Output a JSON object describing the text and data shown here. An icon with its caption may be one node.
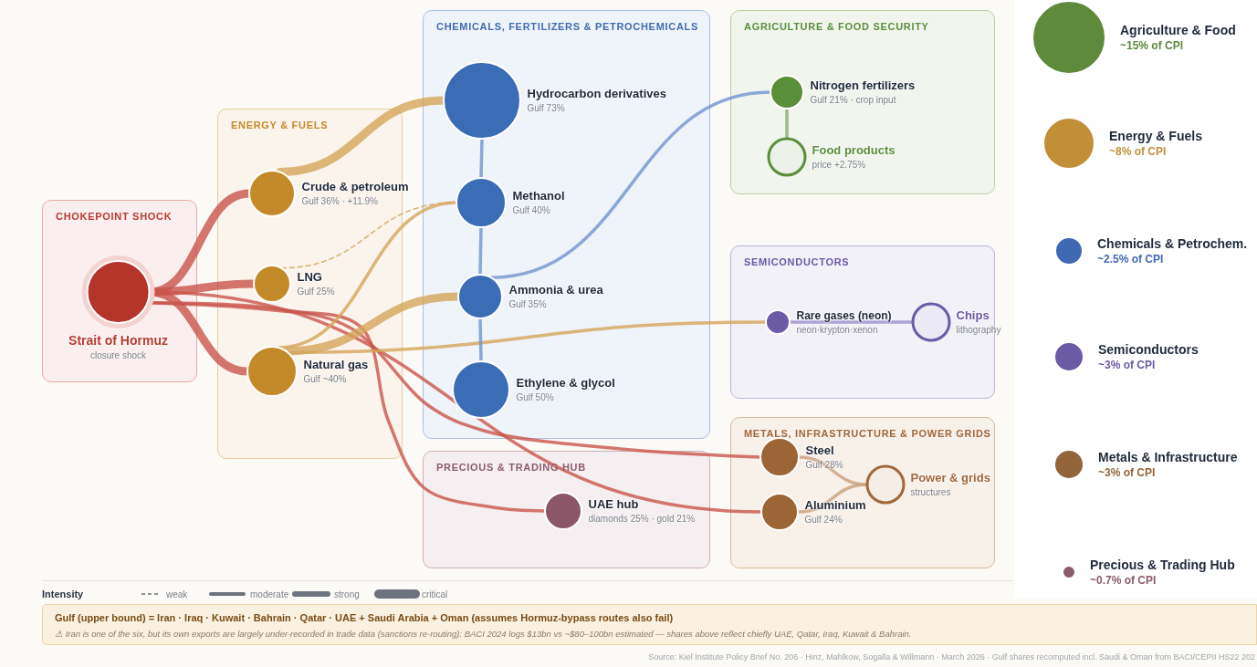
{
  "diagram": {
    "nodes": [
      {
        "text": [
          "CHOKEPOINT SHOCK"
        ]
      },
      {
        "text": [
          "Strait of Hormuz",
          "closure shock"
        ],
        "in": 0
      },
      {
        "text": [
          "ENERGY & FUELS"
        ]
      },
      {
        "text": [
          "Crude & petroleum",
          "Gulf 36% · +11.9%"
        ],
        "in": 2
      },
      {
        "text": [
          "LNG",
          "Gulf 25%"
        ],
        "in": 2
      },
      {
        "text": [
          "Natural gas",
          "Gulf ~40%"
        ],
        "in": 2
      },
      {
        "text": [
          "CHEMICALS, FERTILIZERS & PETROCHEMICALS"
        ]
      },
      {
        "text": [
          "Hydrocarbon derivatives",
          "Gulf 73%"
        ],
        "in": 6
      },
      {
        "text": [
          "Methanol",
          "Gulf 40%"
        ],
        "in": 6
      },
      {
        "text": [
          "Ammonia & urea",
          "Gulf 35%"
        ],
        "in": 6
      },
      {
        "text": [
          "Ethylene & glycol",
          "Gulf 50%"
        ],
        "in": 6
      },
      {
        "text": [
          "AGRICULTURE & FOOD SECURITY"
        ]
      },
      {
        "text": [
          "Nitrogen fertilizers",
          "Gulf 21% · crop input"
        ],
        "in": 11
      },
      {
        "text": [
          "Food products",
          "price +2.75%"
        ],
        "in": 11
      },
      {
        "text": [
          "SEMICONDUCTORS"
        ]
      },
      {
        "text": [
          "Rare gases (neon)",
          "neon·krypton·xenon"
        ],
        "in": 14
      },
      {
        "text": [
          "Chips",
          "lithography"
        ],
        "in": 14
      },
      {
        "text": [
          "PRECIOUS & TRADING HUB"
        ]
      },
      {
        "text": [
          "UAE hub",
          "diamonds 25% · gold 21%"
        ],
        "in": 17
      },
      {
        "text": [
          "METALS, INFRASTRUCTURE & POWER GRIDS"
        ]
      },
      {
        "text": [
          "Steel",
          "Gulf 28%"
        ],
        "in": 19
      },
      {
        "text": [
          "Aluminium",
          "Gulf 24%"
        ],
        "in": 19
      },
      {
        "text": [
          "Power & grids",
          "structures"
        ],
        "in": 19
      },
      {
        "text": [
          "Agriculture & Food",
          "~15% of CPI"
        ]
      },
      {
        "text": [
          "Energy & Fuels",
          "~8% of CPI"
        ]
      },
      {
        "text": [
          "Chemicals & Petrochem.",
          "~2.5% of CPI"
        ]
      },
      {
        "text": [
          "Semiconductors",
          "~3% of CPI"
        ]
      },
      {
        "text": [
          "Metals & Infrastructure",
          "~3% of CPI"
        ]
      },
      {
        "text": [
          "Precious & Trading Hub",
          "~0.7% of CPI"
        ]
      }
    ],
    "edges": [
      {
        "from": 1,
        "to": 3,
        "arrow": "none",
        "style": "thick"
      },
      {
        "from": 1,
        "to": 4,
        "arrow": "none",
        "style": "thick"
      },
      {
        "from": 1,
        "to": 5,
        "arrow": "none",
        "style": "thick"
      },
      {
        "from": 1,
        "to": 20,
        "arrow": "none"
      },
      {
        "from": 1,
        "to": 21,
        "arrow": "none"
      },
      {
        "from": 1,
        "to": 18,
        "arrow": "none"
      },
      {
        "from": 3,
        "to": 7,
        "arrow": "none",
        "style": "thick",
        "color": "#d4a55a"
      },
      {
        "from": 4,
        "to": 8,
        "arrow": "none",
        "style": "dashed",
        "color": "#d4a55a"
      },
      {
        "from": 5,
        "to": 8,
        "arrow": "none",
        "color": "#d4a55a"
      },
      {
        "from": 5,
        "to": 9,
        "arrow": "none",
        "style": "thick",
        "color": "#d4a55a"
      },
      {
        "from": 5,
        "to": 15,
        "arrow": "none",
        "color": "#d4a55a"
      },
      {
        "from": 7,
        "to": 8,
        "arrow": "none",
        "color": "#6f95cf"
      },
      {
        "from": 8,
        "to": 9,
        "arrow": "none",
        "color": "#6f95cf"
      },
      {
        "from": 9,
        "to": 10,
        "arrow": "none",
        "color": "#6f95cf"
      },
      {
        "from": 9,
        "to": 12,
        "arrow": "none",
        "color": "#6f95cf"
      },
      {
        "from": 12,
        "to": 13,
        "arrow": "none",
        "color": "#86ad6c"
      },
      {
        "from": 15,
        "to": 16,
        "arrow": "none",
        "color": "#9b8fcb"
      },
      {
        "from": 20,
        "to": 22,
        "arrow": "none",
        "color": "#c9a07c"
      },
      {
        "from": 21,
        "to": 22,
        "arrow": "none",
        "color": "#c9a07c"
      }
    ],
    "labels": [
      "Intensity",
      "Gulf (upper bound) = Iran · Iraq · Kuwait · Bahrain · Qatar · UAE + Saudi Arabia + Oman (assumes Hormuz-bypass routes also fail)",
      "⚠ Iran is one of the six, but its own exports are largely under-recorded in trade data (sanctions re-routing): BACI 2024 logs $13bn vs ~$80–100bn estimated — shares above reflect chiefly UAE, Qatar, Iraq, Kuwait & Bahrain.",
      "Source: Kiel Institute Policy Brief No. 206 · Hinz, Mahlkow, Sogalla & Willmann · March 2026 · Gulf shares recomputed incl. Saudi & Oman from BACI/CEPII HS22 202"
    ],
    "legend": [
      {
        "text": "weak"
      },
      {
        "text": "moderate"
      },
      {
        "text": "strong"
      },
      {
        "text": "critical"
      }
    ]
  }
}
